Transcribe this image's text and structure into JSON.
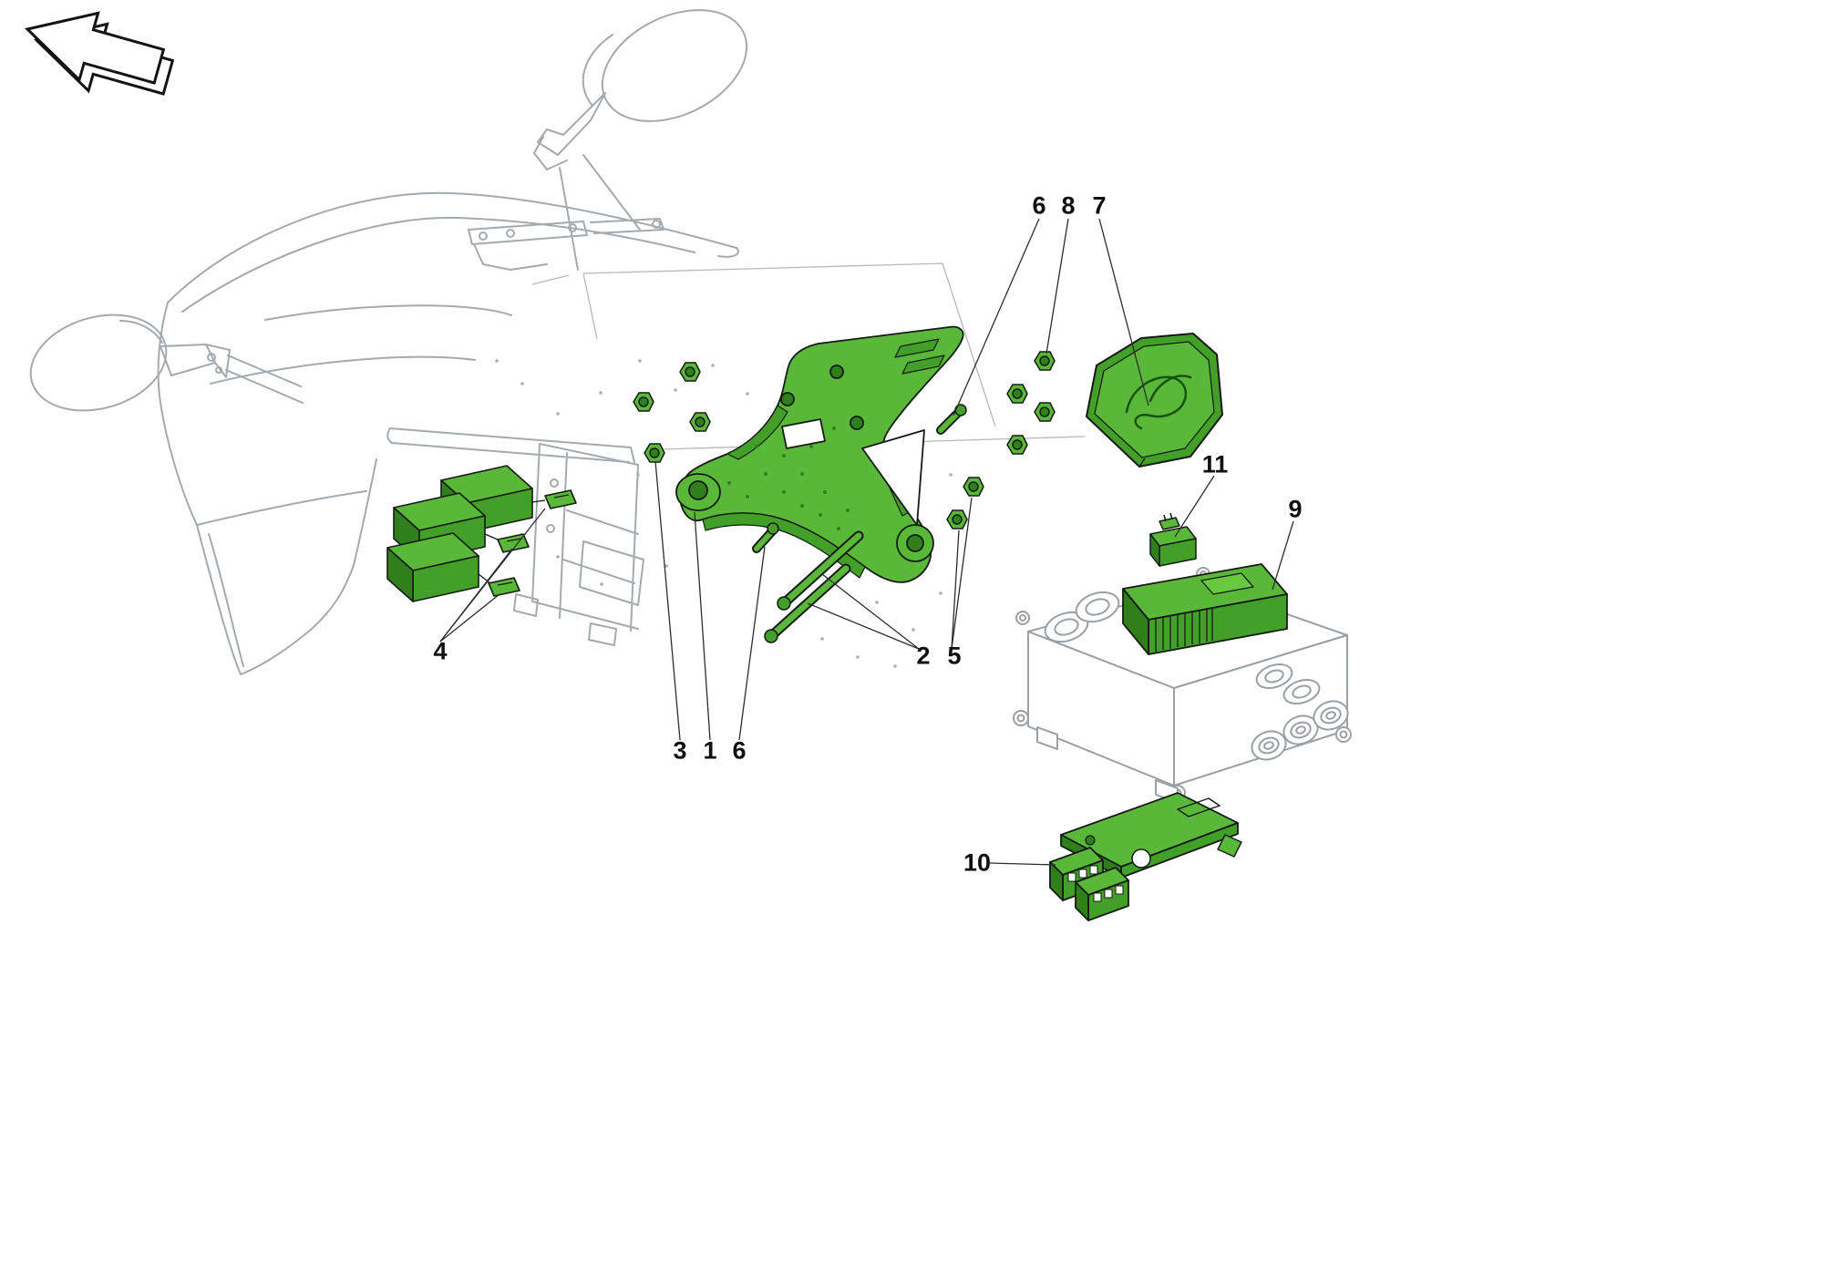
{
  "diagram": {
    "callouts": [
      {
        "label": "6"
      },
      {
        "label": "8"
      },
      {
        "label": "7"
      },
      {
        "label": "11"
      },
      {
        "label": "9"
      },
      {
        "label": "4"
      },
      {
        "label": "2"
      },
      {
        "label": "5"
      },
      {
        "label": "3"
      },
      {
        "label": "1"
      },
      {
        "label": "6"
      },
      {
        "label": "10"
      }
    ]
  },
  "colors": {
    "highlight_part_green": "#5ab838",
    "highlight_part_green_shade": "#429f27",
    "highlight_part_green_deep": "#2f801b",
    "context_line_gray": "#a4aaae",
    "outline_black": "#161a16",
    "callout_text": "#0e1012",
    "background": "#ffffff"
  }
}
